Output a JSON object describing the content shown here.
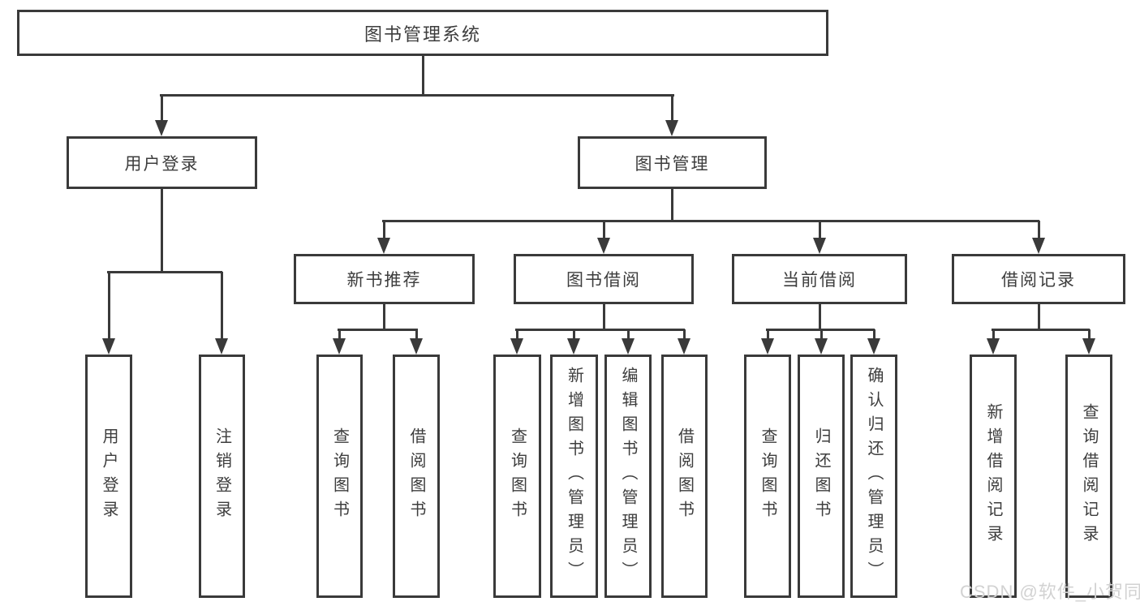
{
  "colors": {
    "line": "#3a3a3a",
    "text": "#3d3d3d",
    "background": "#ffffff",
    "watermark": "#d2d2d2"
  },
  "tree": {
    "root": {
      "label": "图书管理系统"
    },
    "branches": [
      {
        "label": "用户登录",
        "children": [
          {
            "label": "用户登录"
          },
          {
            "label": "注销登录"
          }
        ]
      },
      {
        "label": "图书管理",
        "groups": [
          {
            "label": "新书推荐",
            "children": [
              {
                "label": "查询图书"
              },
              {
                "label": "借阅图书"
              }
            ]
          },
          {
            "label": "图书借阅",
            "children": [
              {
                "label": "查询图书"
              },
              {
                "label": "新增图书（管理员）"
              },
              {
                "label": "编辑图书（管理员）"
              },
              {
                "label": "借阅图书"
              }
            ]
          },
          {
            "label": "当前借阅",
            "children": [
              {
                "label": "查询图书"
              },
              {
                "label": "归还图书"
              },
              {
                "label": "确认归还（管理员）"
              }
            ]
          },
          {
            "label": "借阅记录",
            "children": [
              {
                "label": "新增借阅记录"
              },
              {
                "label": "查询借阅记录"
              }
            ]
          }
        ]
      }
    ]
  },
  "watermark": {
    "text": "CSDN @软件_小贺同学"
  }
}
